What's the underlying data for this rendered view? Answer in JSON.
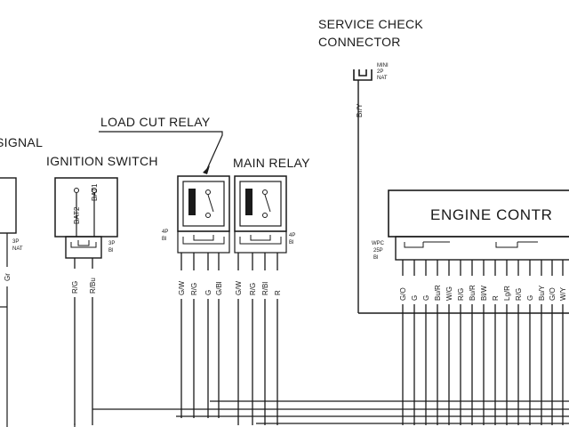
{
  "labels": {
    "service_check_1": "SERVICE CHECK",
    "service_check_2": "CONNECTOR",
    "service_conn_1": "MINI",
    "service_conn_2": "2P",
    "service_conn_3": "NAT",
    "service_wire": "Br/Y",
    "load_cut_relay": "LOAD CUT RELAY",
    "signal": "SIGNAL",
    "ignition_switch": "IGNITION SWITCH",
    "main_relay": "MAIN RELAY",
    "engine_control": "ENGINE CONTR",
    "bat1": "BAT1",
    "bat2": "BAT2",
    "left_conn_1": "3P",
    "left_conn_2": "NAT",
    "left_wire": "Gr",
    "ign_conn_1": "3P",
    "ign_conn_2": "Bl",
    "relay_conn_1": "4P",
    "relay_conn_2": "Bl",
    "main_conn_1": "4P",
    "main_conn_2": "Bl",
    "ecm_conn_1": "WPC",
    "ecm_conn_2": "25P",
    "ecm_conn_3": "Bl"
  },
  "wires": {
    "ignition": [
      "R/G",
      "R/Bu"
    ],
    "load_cut": [
      "G/W",
      "R/G",
      "G",
      "G/Bl"
    ],
    "main": [
      "G/W",
      "R/G",
      "R/Bl",
      "R"
    ],
    "ecm": [
      "G/O",
      "G",
      "G",
      "Bu/R",
      "W/G",
      "R/G",
      "Bu/R",
      "Bl/W",
      "R",
      "Lg/R",
      "R/G",
      "G",
      "Bu/Y",
      "G/O",
      "W/Y"
    ]
  }
}
